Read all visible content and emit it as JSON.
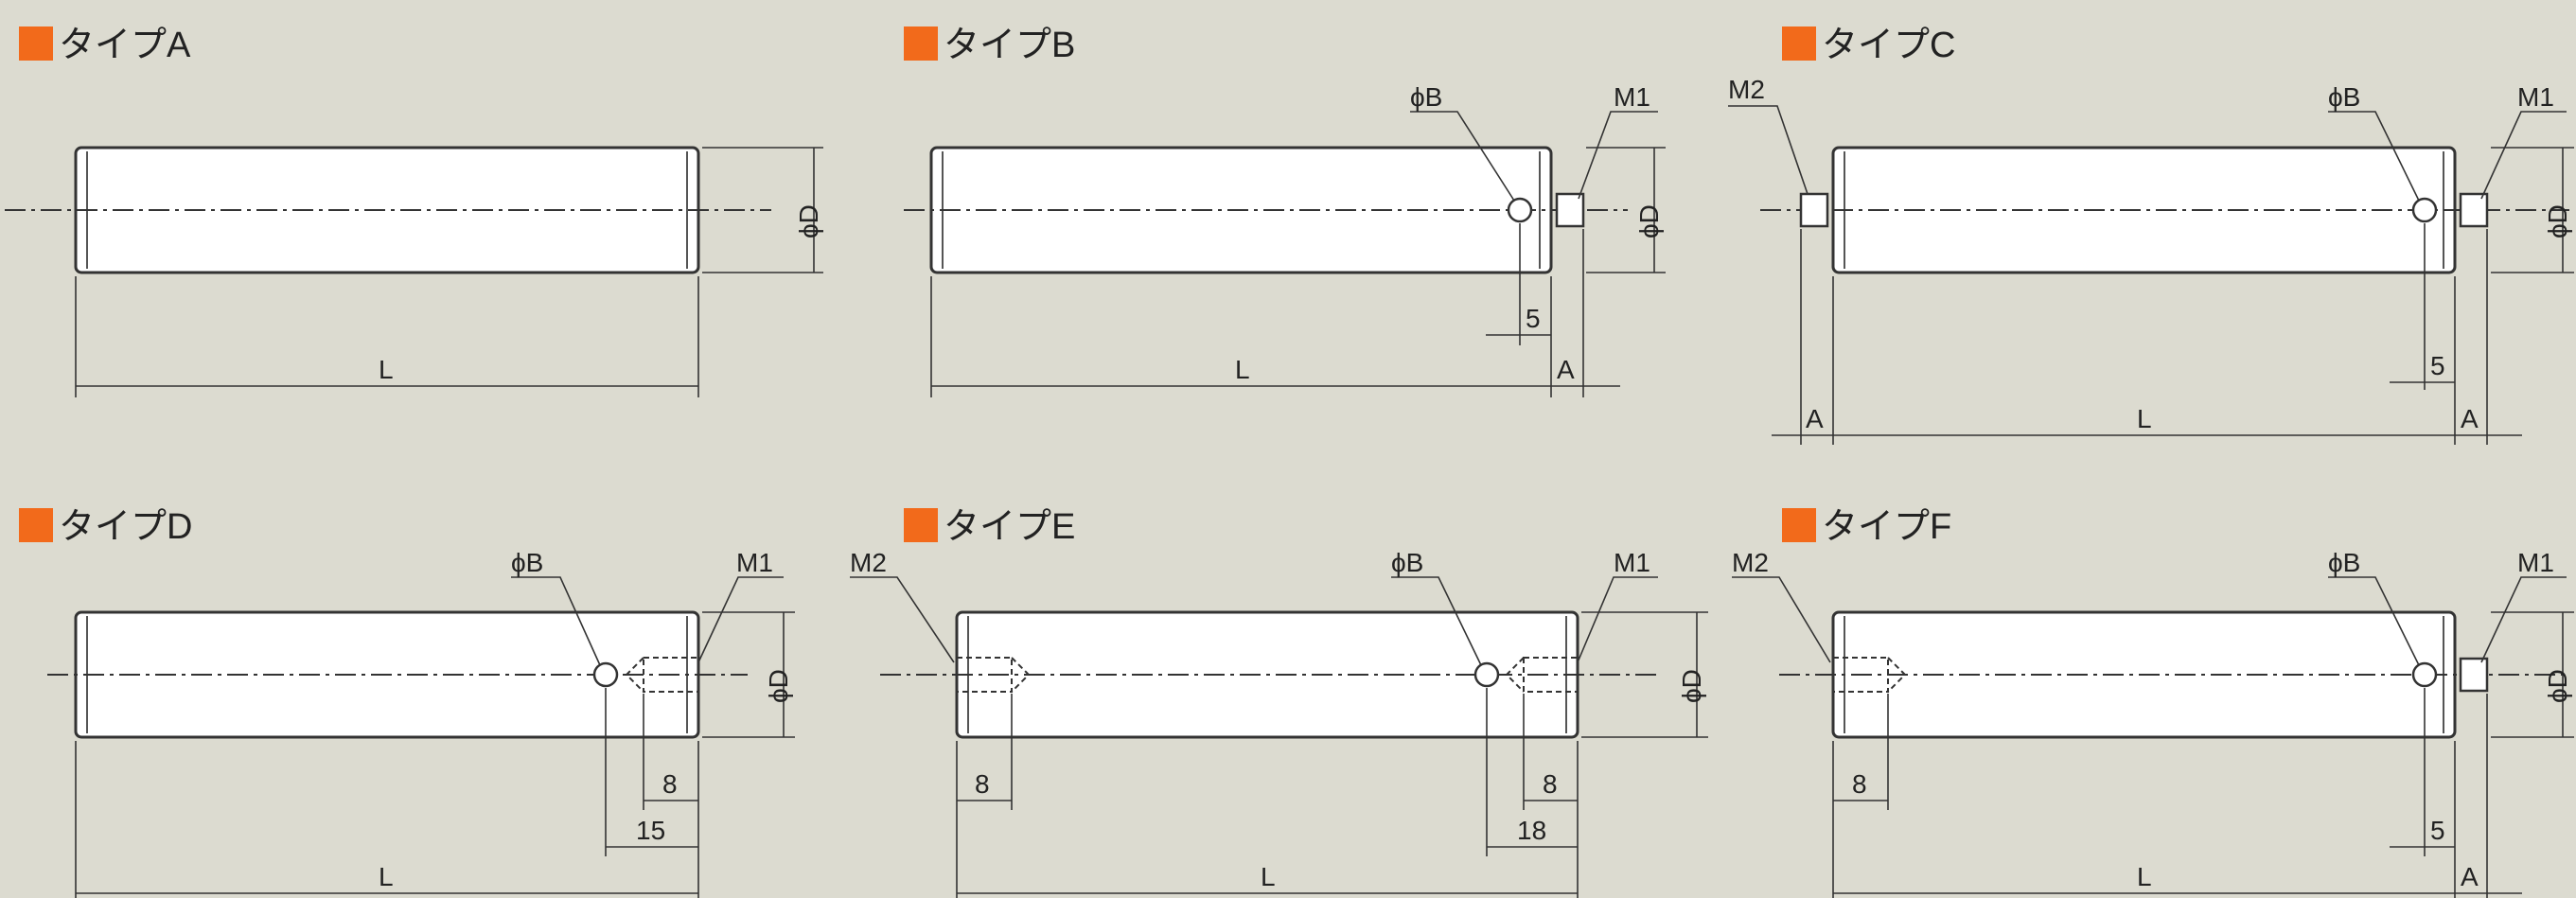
{
  "colors": {
    "background": "#dcdbd0",
    "marker": "#f26a1b"
  },
  "panels": {
    "a": {
      "title": "タイプA",
      "d": "ϕD",
      "l": "L"
    },
    "b": {
      "title": "タイプB",
      "b": "ϕB",
      "m1": "M1",
      "d": "ϕD",
      "five": "5",
      "l": "L",
      "a": "A"
    },
    "c": {
      "title": "タイプC",
      "m2": "M2",
      "b": "ϕB",
      "m1": "M1",
      "d": "ϕD",
      "five": "5",
      "a_left": "A",
      "l": "L",
      "a_right": "A"
    },
    "d": {
      "title": "タイプD",
      "b": "ϕB",
      "m1": "M1",
      "d": "ϕD",
      "eight": "8",
      "fifteen": "15",
      "l": "L"
    },
    "e": {
      "title": "タイプE",
      "m2": "M2",
      "b": "ϕB",
      "m1": "M1",
      "d": "ϕD",
      "eight_left": "8",
      "eight_right": "8",
      "eighteen": "18",
      "l": "L"
    },
    "f": {
      "title": "タイプF",
      "m2": "M2",
      "b": "ϕB",
      "m1": "M1",
      "d": "ϕD",
      "eight": "8",
      "five": "5",
      "l": "L",
      "a": "A"
    }
  }
}
